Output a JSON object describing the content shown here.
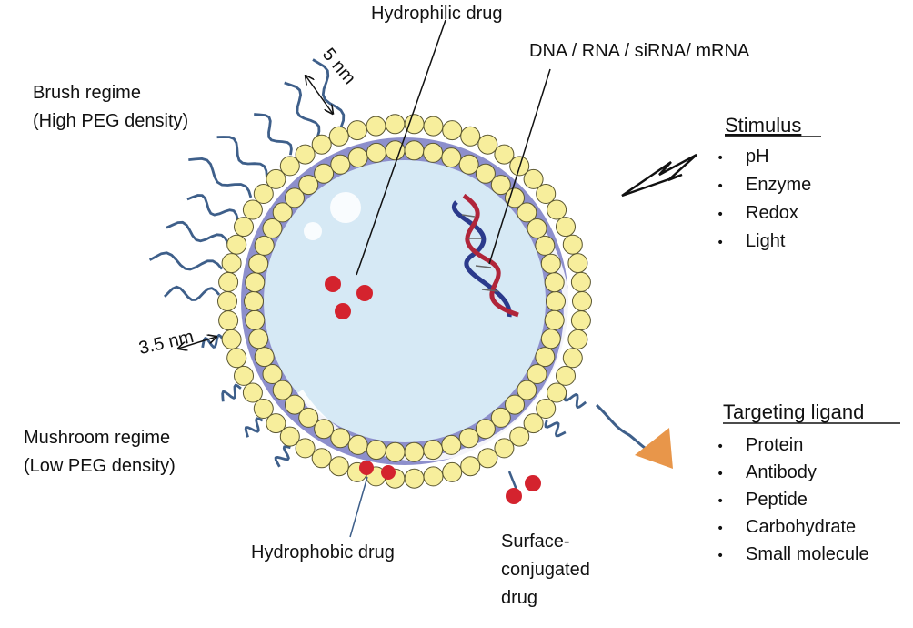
{
  "labels": {
    "hydrophilic": "Hydrophilic drug",
    "nucleic": "DNA / RNA / siRNA/ mRNA",
    "brush_1": "Brush regime",
    "brush_2": "(High PEG density)",
    "dim_5": "5 nm",
    "dim_35": "3.5 nm",
    "mushroom_1": "Mushroom regime",
    "mushroom_2": "(Low PEG density)",
    "hydrophobic": "Hydrophobic drug",
    "surface_1": "Surface-",
    "surface_2": "conjugated",
    "surface_3": "drug"
  },
  "stimulus": {
    "title": "Stimulus",
    "bullet": "•",
    "items": [
      "pH",
      "Enzyme",
      "Redox",
      "Light"
    ]
  },
  "targeting": {
    "title": "Targeting ligand",
    "bullet": "•",
    "items": [
      "Protein",
      "Antibody",
      "Peptide",
      "Carbohydrate",
      "Small molecule"
    ]
  },
  "colors": {
    "lipid_head": "#f7ee9c",
    "lipid_outline": "#5a5630",
    "membrane": "#8d8fcc",
    "core": "#d6e9f5",
    "peg": "#3e5f8a",
    "drug": "#d4232e",
    "ligand": "#e8964a",
    "dna_blue": "#2b3a8c",
    "dna_red": "#b0253a"
  }
}
